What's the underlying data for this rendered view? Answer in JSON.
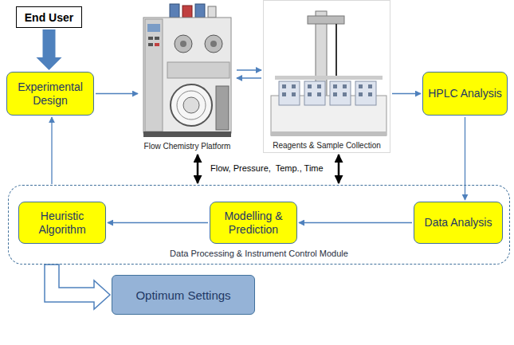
{
  "diagram": {
    "nodes": [
      {
        "text": [
          "End User"
        ]
      },
      {
        "text": [
          "Experimental Design"
        ]
      },
      {
        "text": [
          "Flow Chemistry Platform"
        ]
      },
      {
        "text": [
          "Reagents & Sample Collection"
        ]
      },
      {
        "text": [
          "HPLC Analysis"
        ]
      },
      {
        "text": [
          "Data Processing & Instrument Control Module"
        ]
      },
      {
        "text": [
          "Heuristic Algorithm"
        ],
        "in": 5
      },
      {
        "text": [
          "Modelling & Prediction"
        ],
        "in": 5
      },
      {
        "text": [
          "Data Analysis"
        ],
        "in": 5
      },
      {
        "text": [
          "Optimum Settings"
        ]
      }
    ],
    "edges": [
      {
        "from": 0,
        "to": 1,
        "arrow": "to"
      },
      {
        "from": 1,
        "to": 2,
        "arrow": "to"
      },
      {
        "from": 2,
        "to": 3,
        "arrow": "both"
      },
      {
        "from": 3,
        "to": 4,
        "arrow": "to"
      },
      {
        "from": 4,
        "to": 8,
        "arrow": "to"
      },
      {
        "from": 8,
        "to": 7,
        "arrow": "to"
      },
      {
        "from": 7,
        "to": 6,
        "arrow": "to"
      },
      {
        "from": 5,
        "to": 1,
        "arrow": "to"
      },
      {
        "from": 2,
        "to": 5,
        "arrow": "both"
      },
      {
        "from": 3,
        "to": 5,
        "arrow": "both"
      },
      {
        "from": 5,
        "to": 9,
        "arrow": "to"
      }
    ],
    "labels": [
      "Flow, Pressure,  Temp., Time"
    ]
  }
}
